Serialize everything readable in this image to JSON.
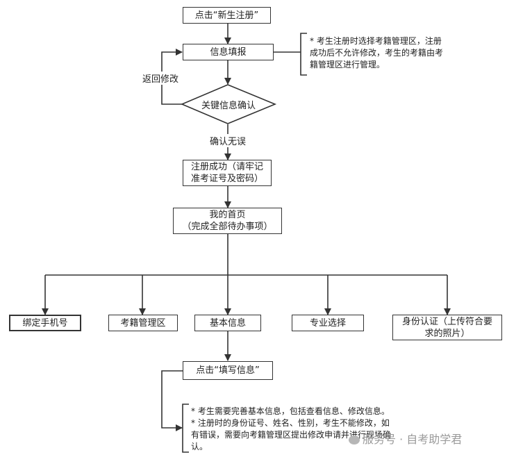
{
  "nodes": {
    "start": "点击“新生注册”",
    "info_fill": "信息填报",
    "confirm": "关键信息确认",
    "success": "注册成功（请牢记\n准考证号及密码）",
    "home": "我的首页\n（完成全部待办事项）",
    "bind_phone": "绑定手机号",
    "exam_area": "考籍管理区",
    "basic_info": "基本信息",
    "major": "专业选择",
    "id_verify": "身份认证（上传符合要\n求的照片）",
    "fill_info": "点击“填写信息”"
  },
  "edge_labels": {
    "back_edit": "返回修改",
    "confirmed_ok": "确认无误"
  },
  "notes": {
    "register_note": "* 考生注册时选择考籍管理区，注册\n成功后不允许修改，考生的考籍由考\n籍管理区进行管理。",
    "info_note": "* 考生需要完善基本信息，包括查看信息、修改信息。\n* 注册时的身份证号、姓名、性别，考生不能修改，如\n有错误，需要向考籍管理区提出修改申请并进行现场确\n认。"
  },
  "watermark": {
    "text": "服务号 · 自考助学君",
    "icon": "wechat-icon"
  }
}
